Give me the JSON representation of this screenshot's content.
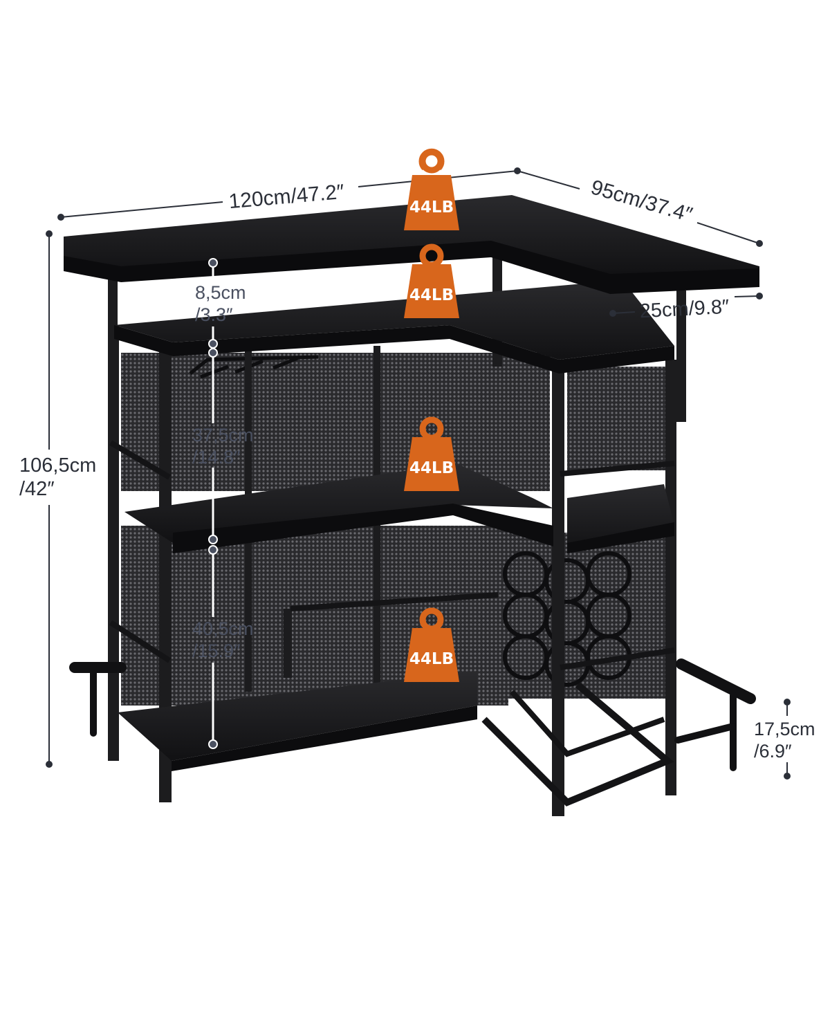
{
  "dimensions": {
    "width": "120cm/47.2″",
    "depth": "95cm/37.4″",
    "height_cm": "106,5cm",
    "height_in": "/42″",
    "side_top_depth": "25cm/9.8″",
    "top_gap_cm": "8,5cm",
    "top_gap_in": "/3.3″",
    "upper_gap_cm": "37,5cm",
    "upper_gap_in": "/14.8″",
    "lower_gap_cm": "40,5cm",
    "lower_gap_in": "/15.9″",
    "footrest_cm": "17,5cm",
    "footrest_in": "/6.9″"
  },
  "weight_badges": [
    "44LB",
    "44LB",
    "44LB",
    "44LB"
  ],
  "colors": {
    "badge": "#d8661c",
    "frame": "#1c1c1e",
    "board": "#141416",
    "mesh": "#5a5a5e",
    "dimension_line": "#2b2f38"
  }
}
